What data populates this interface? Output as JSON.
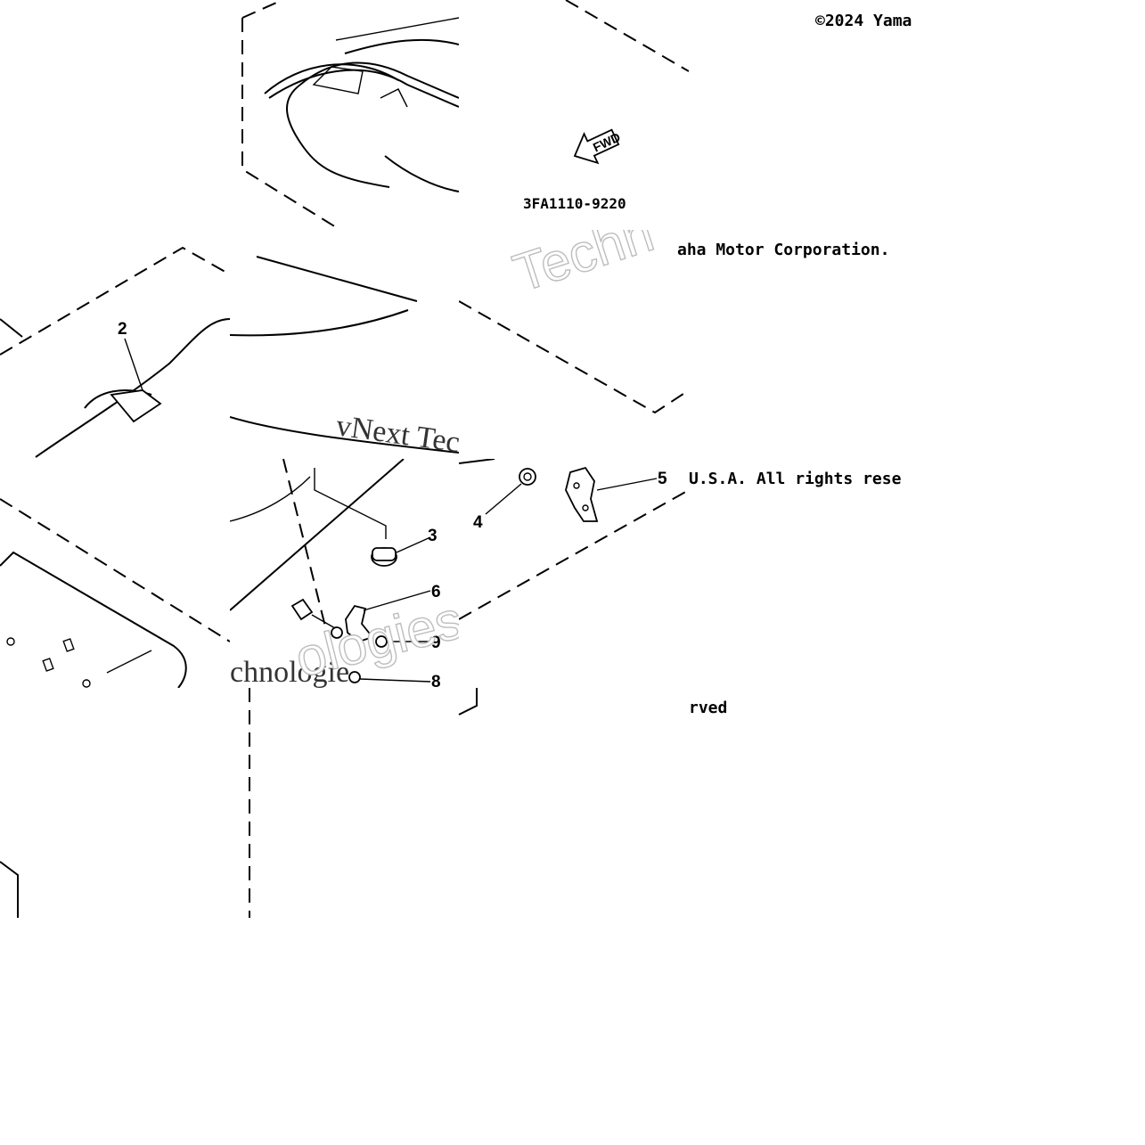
{
  "diagram": {
    "part_number": "3FA1110-9220",
    "direction_label": "FWD",
    "callouts": [
      "2",
      "3",
      "4",
      "5",
      "6",
      "8",
      "9"
    ],
    "copyright_fragments": {
      "top": "©2024 Yama",
      "corp": "aha Motor Corporation.",
      "usa": "U.S.A. All rights rese",
      "served": "rved"
    },
    "watermark_text": "vNext Technologies",
    "watermark_fragments": {
      "techn": "Techn",
      "vnext_tec": "vNext Tec",
      "chnologie": "chnologie",
      "ologies": "ologies"
    }
  }
}
